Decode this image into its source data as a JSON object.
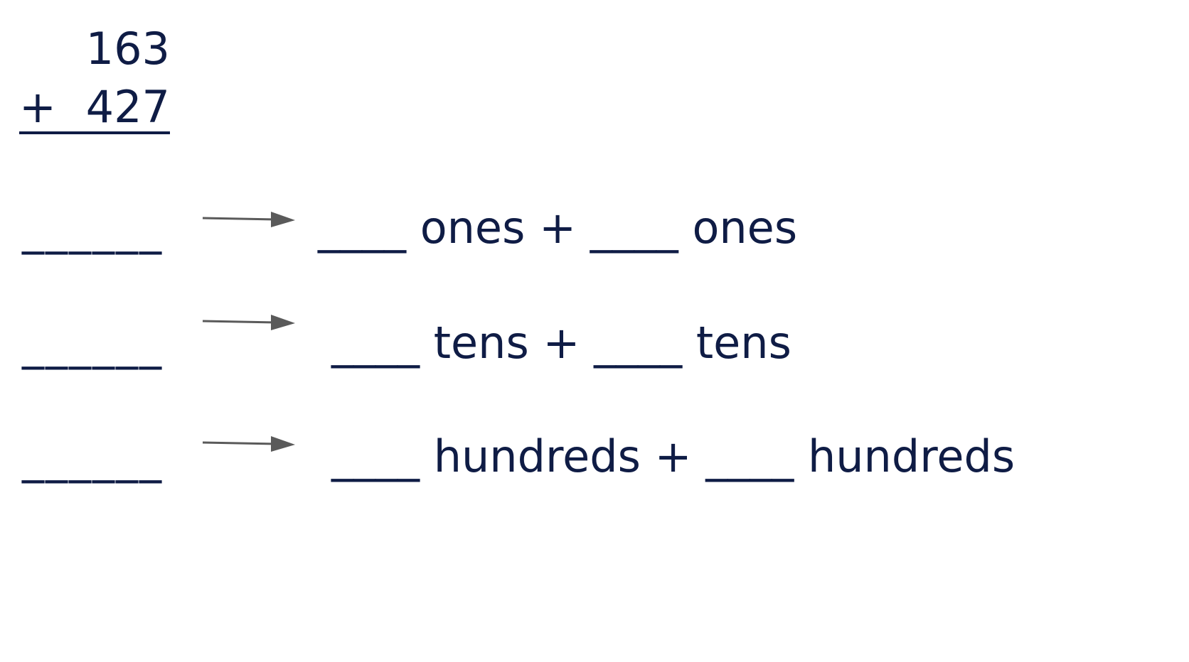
{
  "sum": {
    "top": "163",
    "operator": "+",
    "bottom": "427"
  },
  "rows": [
    {
      "answer_blank": "______",
      "expression": "____ ones + ____ ones"
    },
    {
      "answer_blank": "______",
      "expression": "____ tens + ____ tens"
    },
    {
      "answer_blank": "______",
      "expression": "____ hundreds + ____ hundreds"
    }
  ],
  "colors": {
    "text": "#0f1c45",
    "arrow": "#5a5a5a"
  },
  "icons": [
    "right-arrow-icon"
  ]
}
